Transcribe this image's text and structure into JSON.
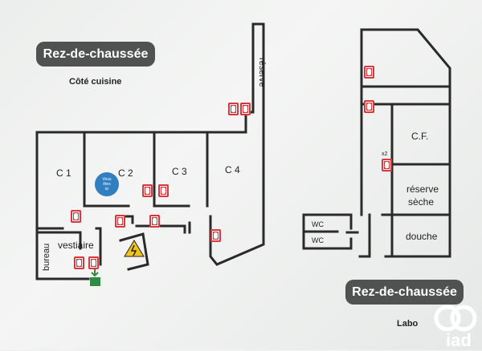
{
  "titles": {
    "ground_floor_main": "Rez-de-chaussée",
    "ground_floor_lab": "Rez-de-chaussée"
  },
  "captions": {
    "main_wing": "Côté cuisine",
    "lab_wing": "Labo"
  },
  "rooms": {
    "c1": "C 1",
    "c2": "C 2",
    "c3": "C 3",
    "c4": "C 4",
    "reserve": "réserve",
    "vestiaire": "vestiaire",
    "bureau": "bureau",
    "cf": "C.F.",
    "reserve_seche_1": "réserve",
    "reserve_seche_2": "sèche",
    "douche": "douche",
    "wc_1": "WC",
    "wc_2": "WC"
  },
  "location_badge": {
    "line1": "Vous",
    "line2": "êtes",
    "line3": "ici"
  },
  "extinguisher_count": "x2",
  "logo": {
    "text": "iad"
  },
  "colors": {
    "wall": "#2a2a2a",
    "extinguisher": "#d8373c",
    "badge": "#2f7fc1",
    "exit": "#2f8a45",
    "pill": "#505252"
  }
}
